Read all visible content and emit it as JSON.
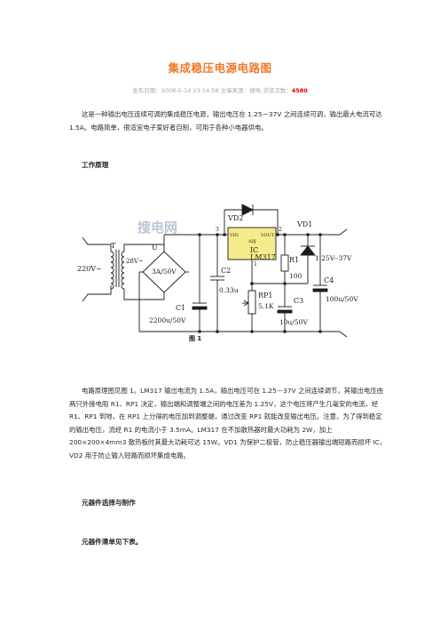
{
  "article": {
    "title": "集成稳压电源电路图",
    "meta": {
      "text": "发布日期：2008-5-14 23:54:58   文章来源：搜电   浏览次数：",
      "hits": "4580"
    },
    "intro": "这是一种输出电压连续可调的集成稳压电源，输出电压在 1.25－37V 之间连续可调，输出最大电流可达 1.5A。电路简单，很适宜电子爱好者自制，可用于各种小电器供电。",
    "section1": "工作原理",
    "figure": {
      "watermark": "搜电网",
      "caption": "图 1",
      "labels": {
        "mains": "220V~",
        "transformer": "T",
        "secondary": "28V~",
        "bridge": "U",
        "bridge_rating": "3A/50V",
        "c1": "C1",
        "c1_value": "2200u/50V",
        "c2": "C2",
        "c2_value": "0.33u",
        "ic": "IC",
        "ic_part": "LM317",
        "vin": "VIN",
        "vout": "VOUT",
        "adj": "ADJ",
        "pin3": "3",
        "pin2": "2",
        "pin1": "1",
        "vd2": "VD2",
        "vd1": "VD1",
        "r1": "R1",
        "r1_value": "100",
        "rp1": "RP1",
        "rp1_value": "5.1K",
        "c3": "C3",
        "c3_value": "10u/50V",
        "c4": "C4",
        "c4_value": "100u/50V",
        "output": "1.25V--37V"
      }
    },
    "principle": "电路原理图见图 1。LM317 输出电流为 1.5A，输出电压可在 1.25－37V 之间连续调节，其输出电压由两只外接电阻 R1、RP1 决定，输出端和调整端之间的电压差为 1.25V，这个电压将产生几毫安的电流，经 R1、RP1 到地，在 RP1 上分得的电压加到调整端，通过改变 RP1 就能改变输出电压。注意，为了得到稳定的输出电压，流经    R1 的电流小于 3.5mA。LM317 在不加散热器时最大功耗为 2W，加上 200×200×4mm3 散热板时其最大功耗可达 15W。VD1 为保护二极管，防止稳压器输出端短路而损坏 IC，VD2 用于防止输入短路而损坏集成电路。",
    "section2": "元器件选择与制作",
    "section3": "元器件清单见下表。"
  }
}
